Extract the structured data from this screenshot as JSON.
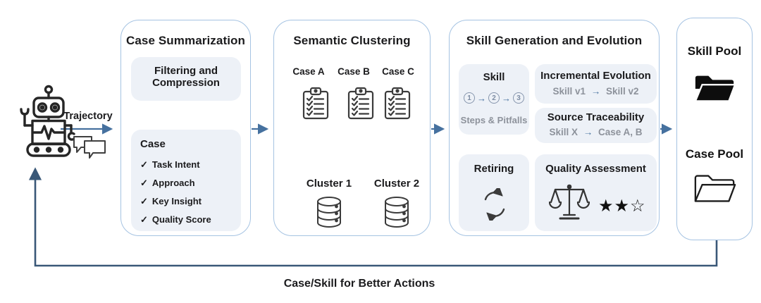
{
  "colors": {
    "box_border": "#a5c3e2",
    "subbox_bg": "#edf1f7",
    "arrow": "#46719f",
    "loop_line": "#3a5878",
    "gray_text": "#8d929b",
    "black_text": "#1b1b1d"
  },
  "icons": {
    "check": "✓",
    "arrow_right": "→"
  },
  "robot": {
    "label": "Trajectory"
  },
  "case_summarization": {
    "title": "Case Summarization",
    "filtering": "Filtering and Compression",
    "case_title": "Case",
    "case_items": [
      "Task Intent",
      "Approach",
      "Key Insight",
      "Quality Score"
    ]
  },
  "semantic_clustering": {
    "title": "Semantic Clustering",
    "cases": [
      "Case A",
      "Case B",
      "Case C"
    ],
    "clusters": [
      "Cluster 1",
      "Cluster 2"
    ]
  },
  "skill_generation": {
    "title": "Skill Generation and Evolution",
    "skill": {
      "title": "Skill",
      "steps": [
        "1",
        "2",
        "3"
      ],
      "caption": "Steps & Pitfalls"
    },
    "incremental": {
      "title": "Incremental Evolution",
      "from": "Skill v1",
      "to": "Skill v2"
    },
    "traceability": {
      "title": "Source Traceability",
      "from": "Skill X",
      "to": "Case A, B"
    },
    "retiring": {
      "title": "Retiring"
    },
    "quality": {
      "title": "Quality Assessment",
      "stars": "★★☆"
    }
  },
  "pools": {
    "skill": "Skill Pool",
    "case": "Case Pool"
  },
  "footer": {
    "caption": "Case/Skill for Better Actions"
  }
}
